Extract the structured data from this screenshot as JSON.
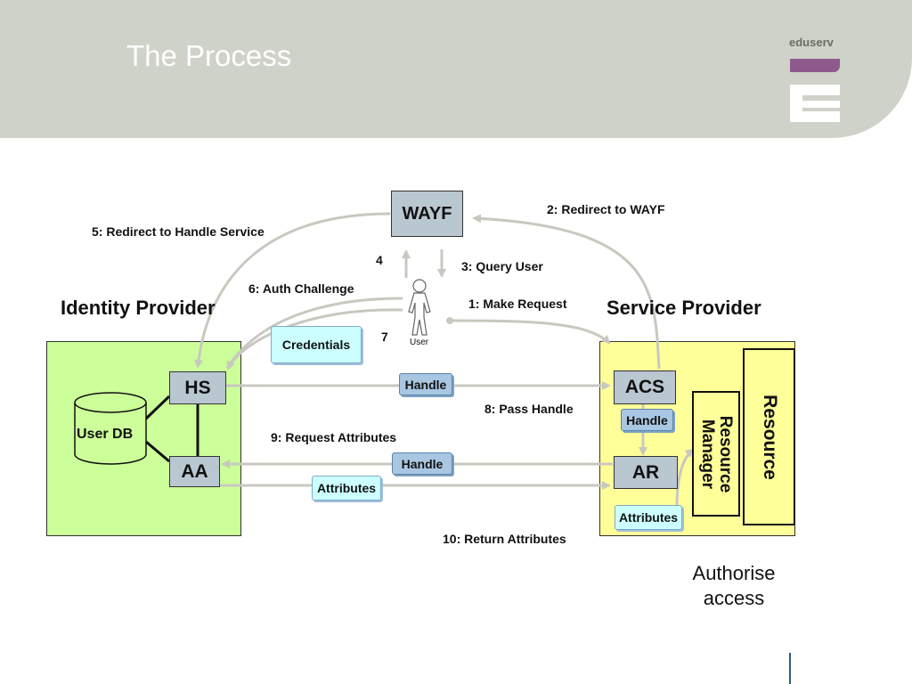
{
  "header": {
    "title": "The Process",
    "logo_text": "eduserv"
  },
  "colors": {
    "header_band": "#cfd2c8",
    "logo_accent": "#8e5a8c",
    "idp_fill": "#ccff99",
    "sp_fill": "#ffff99",
    "node_fill": "#b9c7d1",
    "token_fill": "#ccffff",
    "handle_fill": "#a9c6e2",
    "arrow_gray": "#c8c8c0"
  },
  "regions": {
    "identity_provider": "Identity Provider",
    "service_provider": "Service Provider"
  },
  "nodes": {
    "wayf": "WAYF",
    "hs": "HS",
    "aa": "AA",
    "acs": "ACS",
    "ar": "AR",
    "user_db": "User DB",
    "user": "User",
    "resource": "Resource",
    "resource_manager": "Resource Manager"
  },
  "icons": {
    "user": "person-outline-icon",
    "user_db": "database-cylinder-icon"
  },
  "steps": {
    "s1": "1: Make Request",
    "s2": "2: Redirect to WAYF",
    "s3": "3: Query User",
    "s4": "4",
    "s5": "5: Redirect to Handle Service",
    "s6": "6: Auth Challenge",
    "s7": "7",
    "s8": "8: Pass Handle",
    "s9": "9: Request Attributes",
    "s10": "10: Return Attributes"
  },
  "tokens": {
    "credentials": "Credentials",
    "handle_hs": "Handle",
    "handle_acs": "Handle",
    "handle_aa": "Handle",
    "attributes_aa": "Attributes",
    "attributes_ar": "Attributes"
  },
  "footer": {
    "authorise": "Authorise access"
  }
}
